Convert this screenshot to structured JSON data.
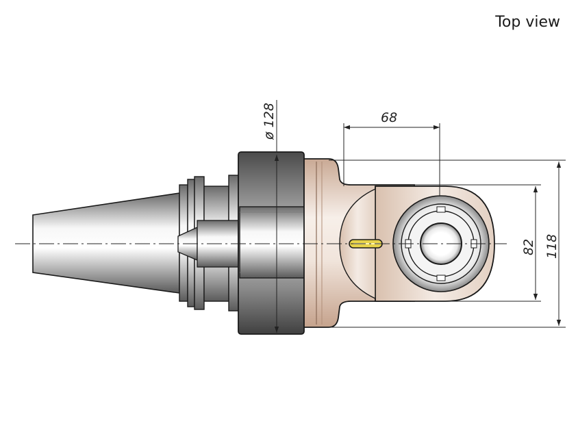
{
  "header": {
    "view_label": "Top view"
  },
  "dimensions": {
    "diameter": "ø 128",
    "width_top": "68",
    "height_inner": "82",
    "height_outer": "118"
  },
  "colors": {
    "steel_dark": "#5a5a5a",
    "steel_light": "#f2f2f2",
    "body_tan": "#d2b8a6",
    "body_light": "#f5ece6",
    "pin_yellow": "#e8d34a",
    "outline": "#1a1a1a"
  }
}
